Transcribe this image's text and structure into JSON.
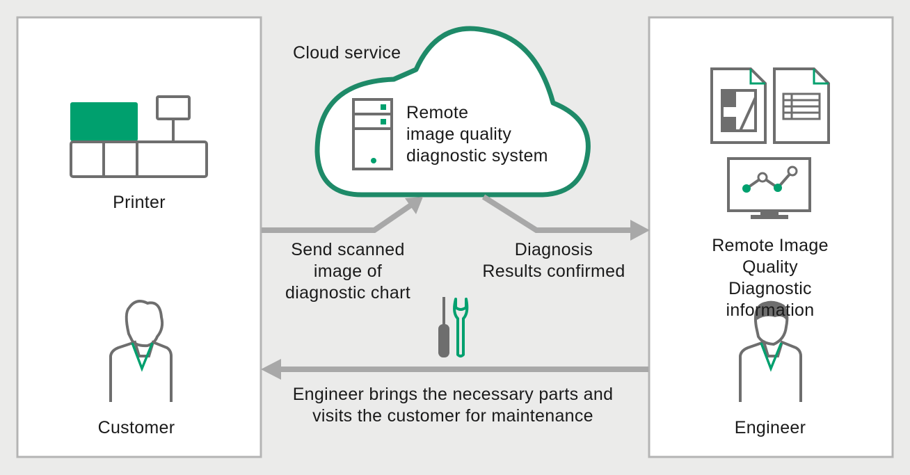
{
  "colors": {
    "background": "#ebebea",
    "panel": "#ffffff",
    "panel_border": "#b4b4b4",
    "accent_green": "#00a06e",
    "cloud_border": "#1e8a68",
    "icon_gray": "#6e6e6e",
    "arrow_gray": "#a8a8a8"
  },
  "left_panel": {
    "printer_label": "Printer",
    "customer_label": "Customer",
    "icons": [
      "printer-icon",
      "customer-person-icon"
    ]
  },
  "cloud": {
    "title": "Cloud service",
    "system_label": "Remote\nimage quality\ndiagnostic system",
    "icons": [
      "server-icon"
    ]
  },
  "right_panel": {
    "info_label": "Remote Image Quality\nDiagnostic information",
    "engineer_label": "Engineer",
    "icons": [
      "report-document-icon",
      "table-document-icon",
      "monitor-chart-icon",
      "engineer-person-icon"
    ]
  },
  "flows": {
    "send_label": "Send scanned\nimage of\ndiagnostic chart",
    "diagnosis_label": "Diagnosis\nResults confirmed",
    "maintenance_label": "Engineer brings the necessary parts and\nvisits the customer for maintenance",
    "icons": [
      "screwdriver-icon",
      "wrench-icon"
    ]
  }
}
